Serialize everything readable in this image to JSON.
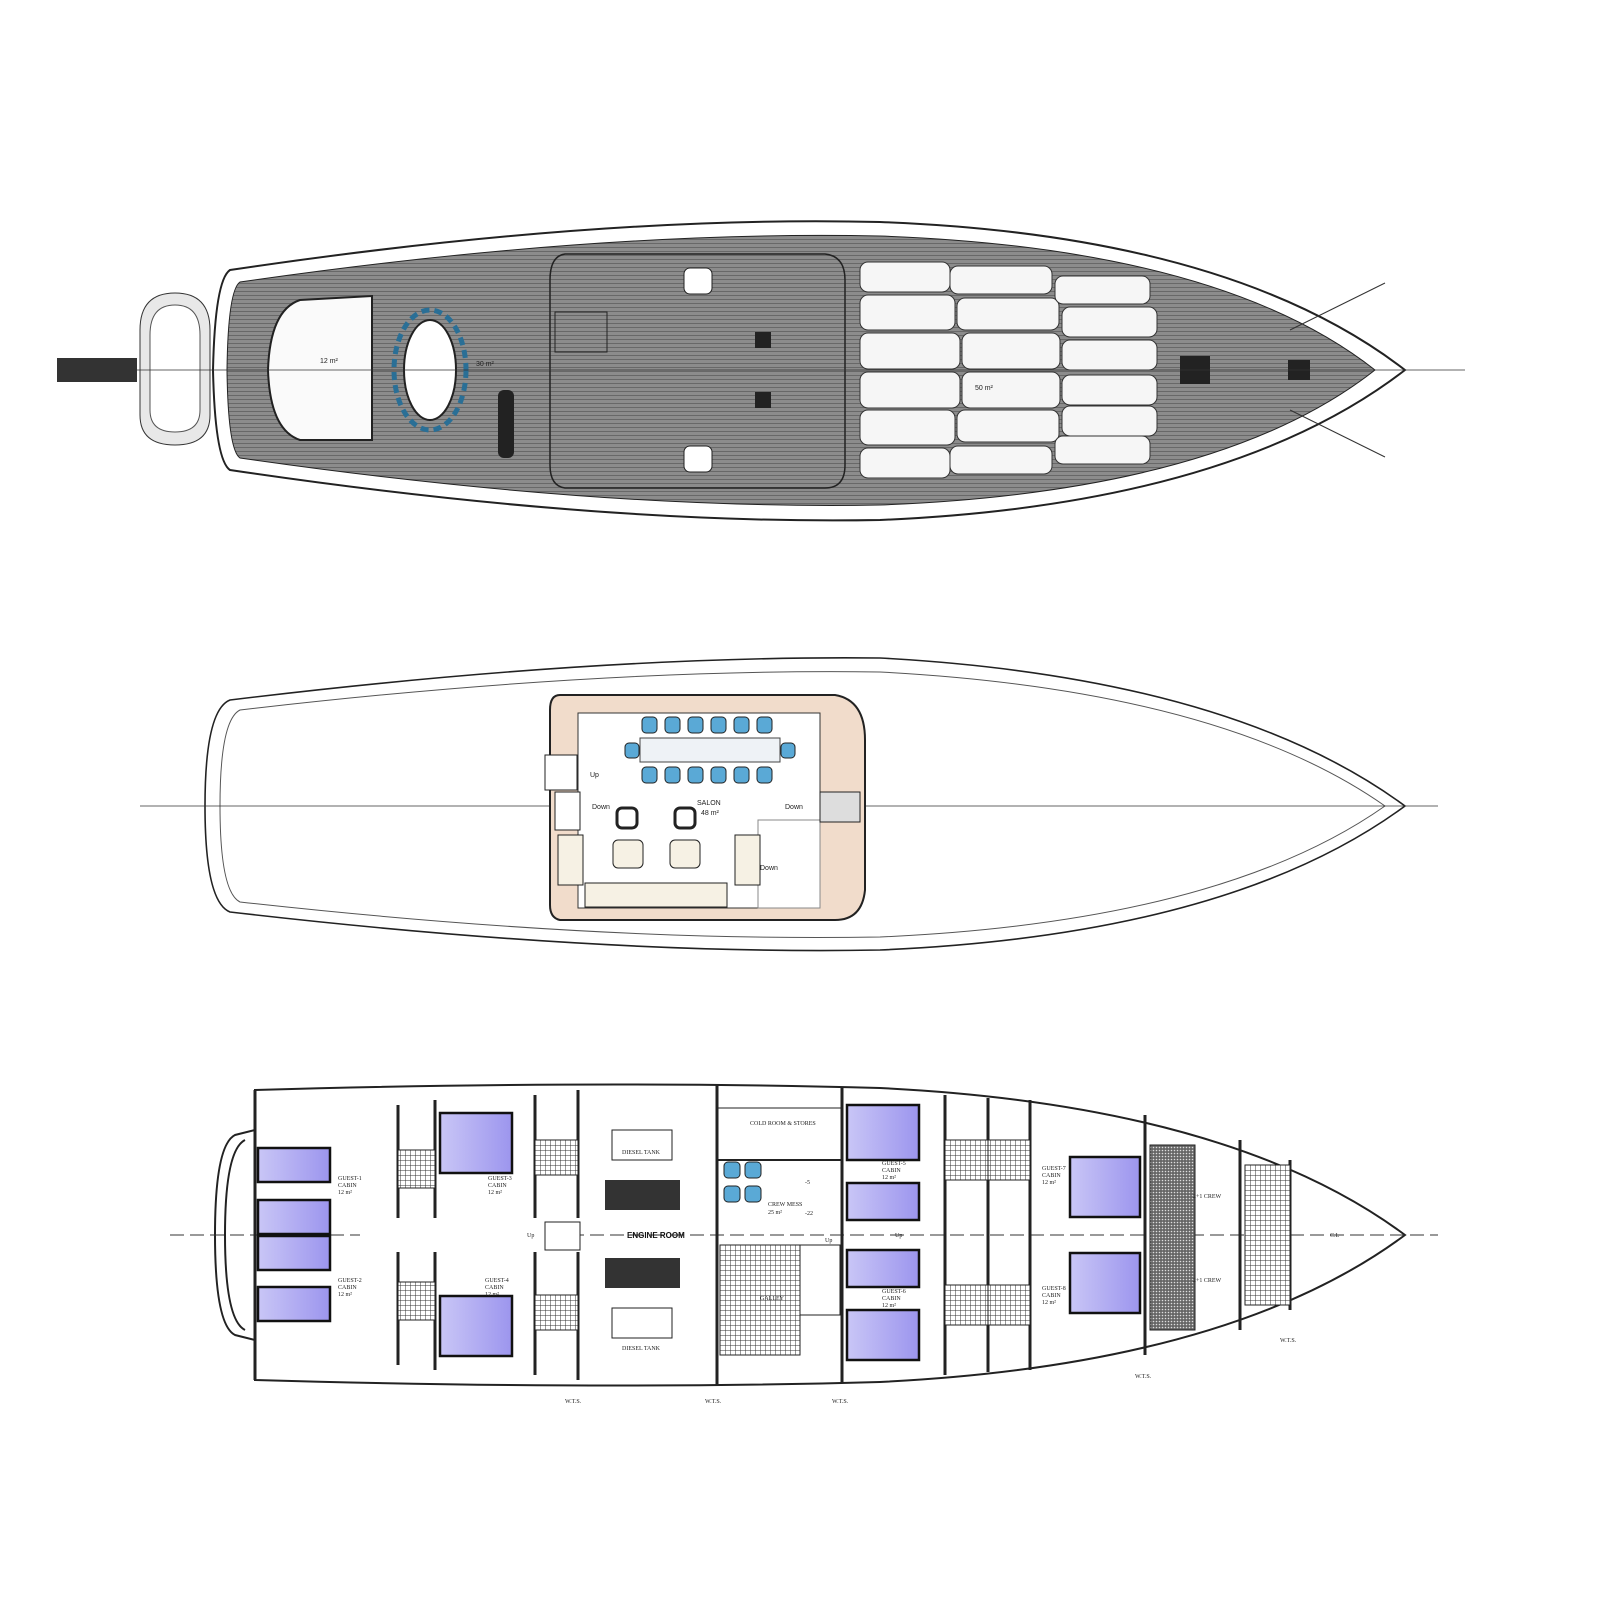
{
  "colors": {
    "deck": "#8c8c8c",
    "cushion": "#f4f4f4",
    "bed": "#a9a3f0",
    "salon_trim": "#f1dccb",
    "hull_line": "#222222",
    "chair": "#5aa9d6"
  },
  "sun_deck": {
    "aft_lounge_area": "12 m²",
    "dining_area": "30 m²",
    "forward_sunbed_area": "50 m²"
  },
  "main_deck": {
    "salon_label": "SALON",
    "salon_area": "48 m²",
    "up_label": "Up",
    "down_labels": [
      "Down",
      "Down",
      "Down"
    ]
  },
  "lower_deck": {
    "cabins": [
      {
        "name": "GUEST-1",
        "sub": "CABIN",
        "area": "12 m²"
      },
      {
        "name": "GUEST-2",
        "sub": "CABIN",
        "area": "12 m²"
      },
      {
        "name": "GUEST-3",
        "sub": "CABIN",
        "area": "12 m²"
      },
      {
        "name": "GUEST-4",
        "sub": "CABIN",
        "area": "12 m²"
      },
      {
        "name": "GUEST-5",
        "sub": "CABIN",
        "area": "12 m²"
      },
      {
        "name": "GUEST-6",
        "sub": "CABIN",
        "area": "12 m²"
      },
      {
        "name": "GUEST-7",
        "sub": "CABIN",
        "area": "12 m²"
      },
      {
        "name": "GUEST-8",
        "sub": "CABIN",
        "area": "12 m²"
      }
    ],
    "crew_cabins": [
      "2+1 CREW",
      "2+1 CREW"
    ],
    "engine_room": "ENGINE ROOM",
    "diesel_tank": "DIESEL TANK",
    "cold_room": "COLD ROOM & STORES",
    "crew_mess": "CREW MESS",
    "crew_mess_area": "25 m²",
    "galley": "GALLEY",
    "freezer_temps": [
      "-5",
      "-22"
    ],
    "up_labels": [
      "Up",
      "Up",
      "Up"
    ],
    "centerline": "C.L",
    "bulkhead_labels": [
      "W.T.S.",
      "W.T.S.",
      "W.T.S.",
      "W.T.S.",
      "W.T.S."
    ]
  }
}
